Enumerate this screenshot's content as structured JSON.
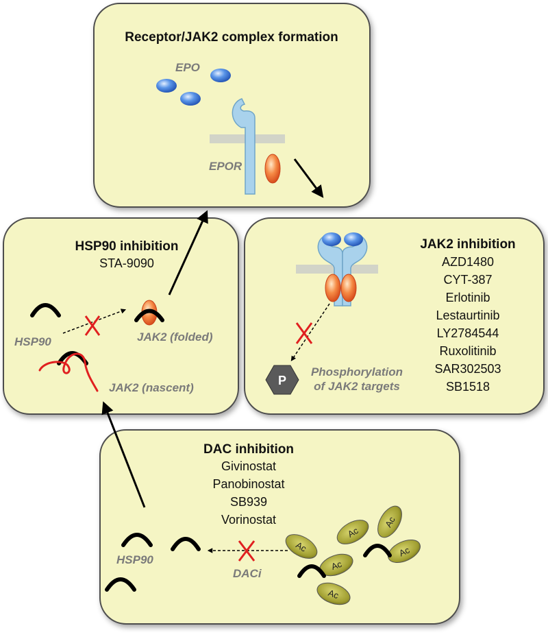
{
  "panels": {
    "receptor": {
      "title": "Receptor/JAK2 complex formation",
      "epo_label": "EPO",
      "epor_label": "EPOR"
    },
    "hsp90": {
      "title": "HSP90 inhibition",
      "drugs": [
        "STA-9090"
      ],
      "hsp90_label": "HSP90",
      "jak2_folded_label": "JAK2 (folded)",
      "jak2_nascent_label": "JAK2 (nascent)"
    },
    "jak2": {
      "title": "JAK2 inhibition",
      "drugs": [
        "AZD1480",
        "CYT-387",
        "Erlotinib",
        "Lestaurtinib",
        "LY2784544",
        "Ruxolitinib",
        "SAR302503",
        "SB1518"
      ],
      "phospho_label_line1": "Phosphorylation",
      "phospho_label_line2": "of JAK2 targets",
      "p_symbol": "P"
    },
    "dac": {
      "title": "DAC inhibition",
      "drugs": [
        "Givinostat",
        "Panobinostat",
        "SB939",
        "Vorinostat"
      ],
      "hsp90_label": "HSP90",
      "daci_label": "DACi",
      "acetyl_label": "Ac"
    }
  },
  "colors": {
    "panel_fill": "#f5f5c4",
    "panel_stroke": "#4d4d4d",
    "epo_blue": "#4a86e0",
    "receptor_blue": "#a9d2ec",
    "jak2_orange": "#f06a2a",
    "inhibition_x": "#e02020",
    "nascent_red": "#e02020",
    "acetyl_olive": "#9c9a2a",
    "phospho_gray": "#5a5a5a",
    "label_gray": "#7a7a7a"
  }
}
